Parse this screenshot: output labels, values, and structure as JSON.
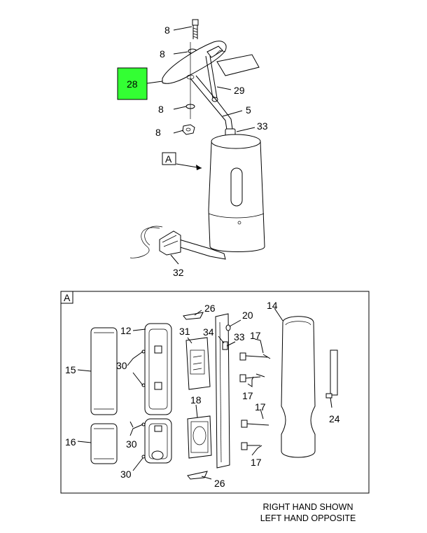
{
  "highlight_color": "#33ff33",
  "callouts": {
    "c8a": "8",
    "c8b": "8",
    "c8c": "8",
    "c8d": "8",
    "c28": "28",
    "c29": "29",
    "c5": "5",
    "c33a": "33",
    "cA1": "A",
    "c32": "32",
    "cA2": "A",
    "c26a": "26",
    "c20": "20",
    "c14": "14",
    "c12": "12",
    "c31": "31",
    "c34": "34",
    "c33b": "33",
    "c17a": "17",
    "c15": "15",
    "c30a": "30",
    "c17b": "17",
    "c18": "18",
    "c17c": "17",
    "c24": "24",
    "c16": "16",
    "c30b": "30",
    "c17d": "17",
    "c30c": "30",
    "c26b": "26"
  },
  "notes": {
    "line1": "RIGHT HAND SHOWN",
    "line2": "LEFT HAND OPPOSITE"
  }
}
